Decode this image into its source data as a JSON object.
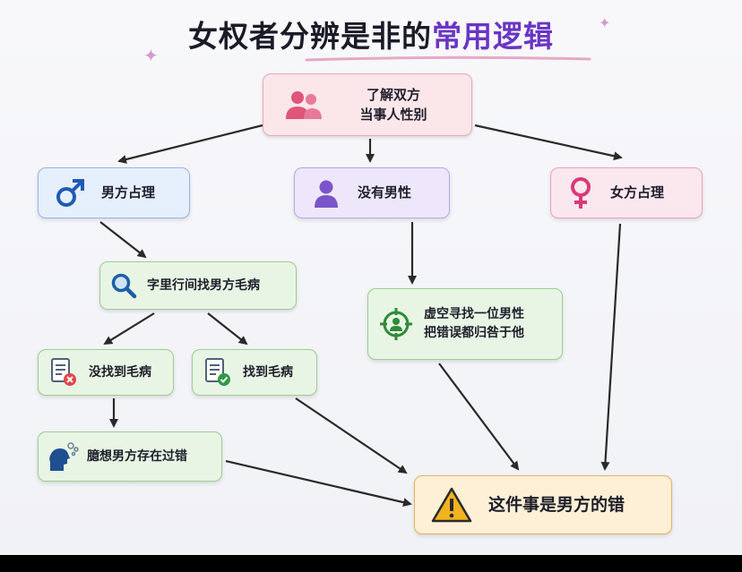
{
  "title": {
    "part1": "女权者分辨是非的",
    "part2": "常用逻辑"
  },
  "nodes": {
    "start": {
      "line1": "了解双方",
      "line2": "当事人性别"
    },
    "male_right": {
      "label": "男方占理"
    },
    "no_male": {
      "label": "没有男性"
    },
    "female_right": {
      "label": "女方占理"
    },
    "nitpick": {
      "label": "字里行间找男方毛病"
    },
    "no_fault": {
      "label": "没找到毛病"
    },
    "found_fault": {
      "label": "找到毛病"
    },
    "imagine": {
      "label": "臆想男方存在过错"
    },
    "find_male": {
      "line1": "虚空寻找一位男性",
      "line2": "把错误都归咎于他"
    },
    "conclusion": {
      "label": "这件事是男方的错"
    }
  },
  "colors": {
    "title_accent": "#6a35c4",
    "start": "#fbe6ea",
    "male": "#e6effc",
    "no_male": "#eee7fb",
    "female": "#fbe7ee",
    "green": "#e8f5e4",
    "conclusion": "#fdf0d6"
  },
  "icons": {
    "start": "users-icon",
    "male_right": "male-symbol-icon",
    "no_male": "person-icon",
    "female_right": "female-symbol-icon",
    "nitpick": "magnifier-icon",
    "no_fault": "document-x-icon",
    "found_fault": "document-check-icon",
    "imagine": "thinking-head-icon",
    "find_male": "target-person-icon",
    "conclusion": "warning-icon"
  }
}
